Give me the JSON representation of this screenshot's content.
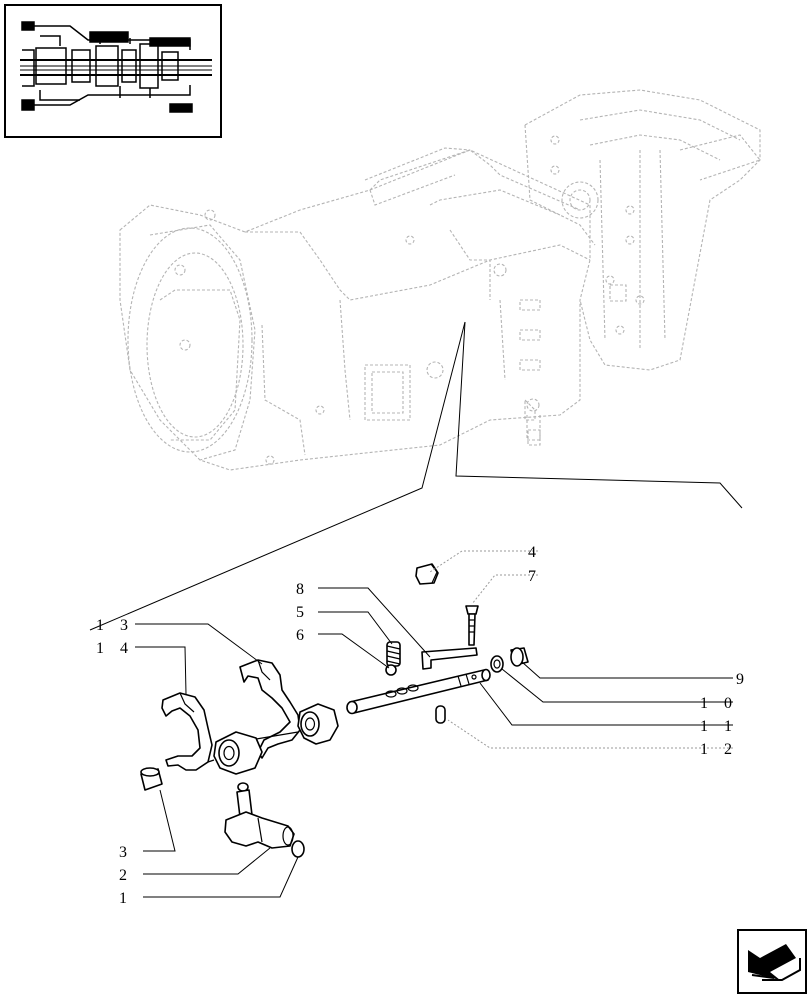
{
  "labels": {
    "l1": "1",
    "l2": "2",
    "l3": "3",
    "l4": "4",
    "l5": "5",
    "l6": "6",
    "l7": "7",
    "l8": "8",
    "l9": "9",
    "l10": "1 0",
    "l11": "1 1",
    "l12": "1 2",
    "l13": "1 3",
    "l14": "1 4"
  },
  "icons": {
    "thumbnail": "transmission-section-thumbnail",
    "nav": "previous-page-arrow-icon"
  }
}
